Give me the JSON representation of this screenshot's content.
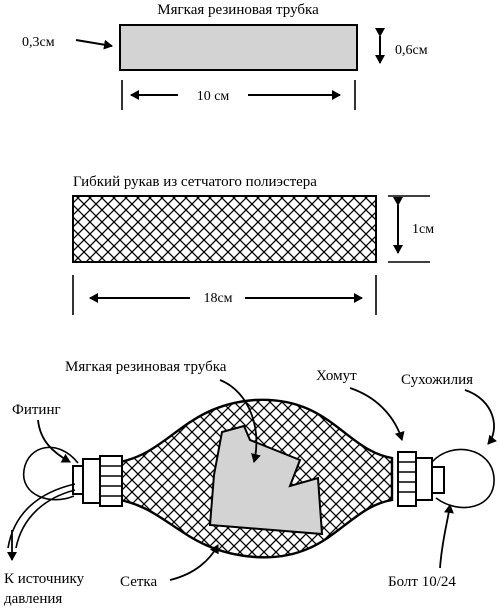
{
  "tube_section": {
    "title": "Мягкая резиновая трубка",
    "thickness_label": "0,3см",
    "height_label": "0,6см",
    "length_label": "10 см",
    "fill_color": "#d3d3d3"
  },
  "sleeve_section": {
    "title": "Гибкий рукав из сетчатого полиэстера",
    "height_label": "1см",
    "length_label": "18см"
  },
  "assembly": {
    "label_tube": "Мягкая резиновая трубка",
    "label_clamp": "Хомут",
    "label_tendon": "Сухожилия",
    "label_fitting": "Фитинг",
    "label_source_line1": "К источнику",
    "label_source_line2": "давления",
    "label_mesh": "Сетка",
    "label_bolt": "Болт 10/24"
  }
}
